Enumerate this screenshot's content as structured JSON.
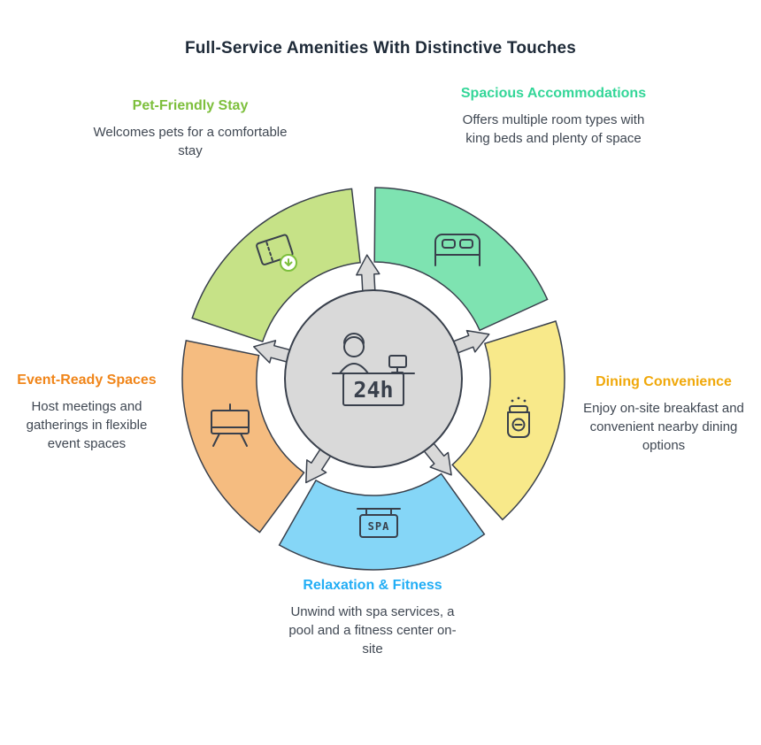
{
  "title": "Full-Service Amenities With Distinctive Touches",
  "center": {
    "label": "24h"
  },
  "spa_sign": "SPA",
  "colors": {
    "outline": "#39404c",
    "center_fill": "#d9d9d9",
    "title_text": "#1e2a38",
    "body_text": "#3f4752"
  },
  "segments": [
    {
      "id": "accommodations",
      "label": "Spacious Accommodations",
      "description": "Offers multiple room types with king beds and plenty of space",
      "color": "#7ee3b1",
      "label_color": "#33d698",
      "icon": "bed-icon"
    },
    {
      "id": "dining",
      "label": "Dining Convenience",
      "description": "Enjoy on-site breakfast and convenient nearby dining options",
      "color": "#f8e98a",
      "label_color": "#f0a80a",
      "icon": "food-jar-icon"
    },
    {
      "id": "relaxation",
      "label": "Relaxation & Fitness",
      "description": "Unwind with spa services, a pool and a fitness center on-site",
      "color": "#85d6f7",
      "label_color": "#23aef5",
      "icon": "spa-sign-icon"
    },
    {
      "id": "events",
      "label": "Event-Ready Spaces",
      "description": "Host meetings and gatherings in flexible event spaces",
      "color": "#f5bc80",
      "label_color": "#f08519",
      "icon": "presentation-board-icon"
    },
    {
      "id": "pet",
      "label": "Pet-Friendly Stay",
      "description": "Welcomes pets for a comfortable stay",
      "color": "#c6e287",
      "label_color": "#7dbf3c",
      "icon": "ticket-icon"
    }
  ]
}
